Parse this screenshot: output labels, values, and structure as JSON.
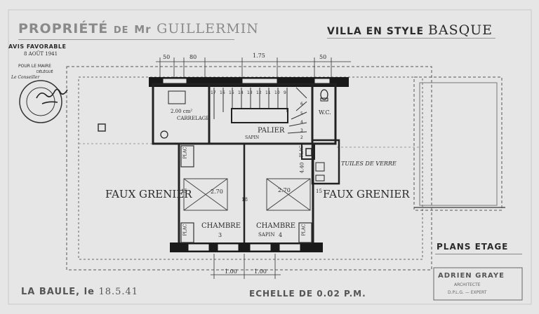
{
  "header": {
    "owner_prefix": "PROPRIÉTÉ",
    "owner_de": "DE",
    "owner_title": "Mr",
    "owner_name": "GUILLERMIN",
    "project_prefix": "VILLA EN STYLE",
    "project_style": "BASQUE"
  },
  "stamp": {
    "line1": "AVIS FAVORABLE",
    "date": "8 AOÛT 1941",
    "line2": "POUR LE MAIRE",
    "line3": "DÉLÉGUÉ",
    "line4": "Le Conseiller"
  },
  "dimensions": {
    "top": [
      "50",
      "80",
      "1.75",
      "50"
    ],
    "bottom": [
      "1.00",
      "1.00"
    ],
    "inner": [
      "2.70",
      "2.70",
      "4.40",
      "15",
      "15",
      "18"
    ]
  },
  "rooms": {
    "cabinet": "2.00 cm²",
    "carrelage": "CARRELAGE",
    "palier": "PALIER",
    "sapin": "SAPIN",
    "wc": "W.C.",
    "tuiles": "TUILES DE VERRE",
    "grenier_left": "FAUX GRENIER",
    "grenier_right": "FAUX GRENIER",
    "chambre_left": "CHAMBRE",
    "chambre_left_no": "3",
    "chambre_right": "CHAMBRE",
    "chambre_right_sapin": "SAPIN",
    "chambre_right_no": "4",
    "placard": "PLAC"
  },
  "footer": {
    "place": "LA BAULE, le",
    "date": "18.5.41",
    "scale": "ECHELLE DE 0.02 P.M.",
    "plan_title": "PLANS ETAGE"
  },
  "architect": {
    "name": "ADRIEN GRAYE",
    "title": "ARCHITECTE",
    "subtitle": "D.P.L.G. — EXPERT"
  }
}
